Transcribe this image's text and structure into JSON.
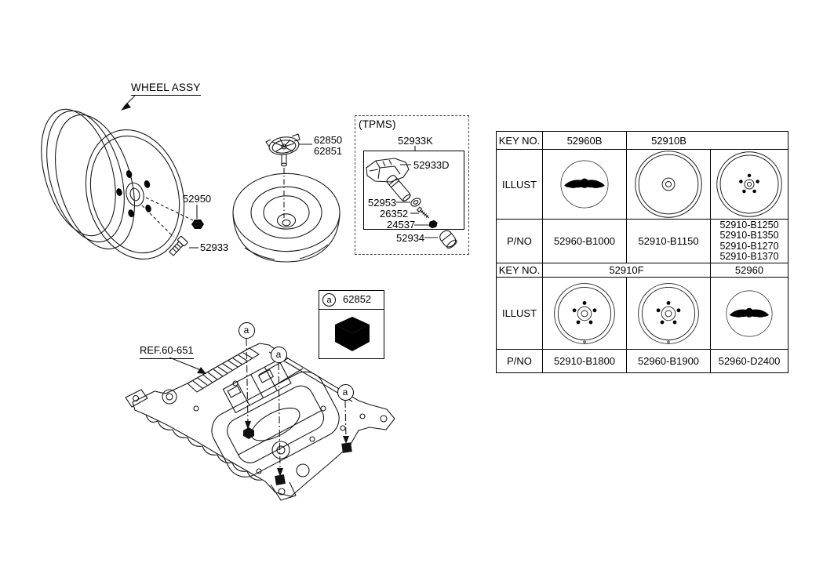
{
  "colors": {
    "background": "#ffffff",
    "line": "#1a1a1a",
    "divider_gray": "#999999"
  },
  "diagram": {
    "wheel_assy_label": "WHEEL ASSY",
    "ref_label": "REF.60-651",
    "callout_letter": "a",
    "parts": {
      "lug_nut": "52950",
      "wheel_bolt": "52933",
      "clamp_upper": "62850",
      "clamp_lower": "62851",
      "pad": "62852"
    },
    "tpms": {
      "title": "(TPMS)",
      "kit": "52933K",
      "sensor": "52933D",
      "grommet": "52953",
      "screw": "26352",
      "nut": "24537",
      "cap": "52934"
    }
  },
  "table": {
    "row_headers": {
      "key_no": "KEY NO.",
      "illust": "ILLUST",
      "p_no": "P/NO"
    },
    "section1": {
      "key1": "52960B",
      "key2": "52910B",
      "pno1": "52960-B1000",
      "pno2": "52910-B1150",
      "pno3_lines": [
        "52910-B1250",
        "52910-B1350",
        "52910-B1270",
        "52910-B1370"
      ]
    },
    "section2": {
      "key12": "52910F",
      "key3": "52960",
      "pno1": "52910-B1800",
      "pno2": "52960-B1900",
      "pno3": "52960-D2400"
    },
    "icons": {
      "illust_cap_a": "genesis-wings-wheel-cap",
      "illust_wheel_b1150": "multi-split-spoke-alloy-wheel",
      "illust_wheel_b1250": "fine-multi-spoke-alloy-wheel",
      "illust_wheel_b1800": "nine-spoke-alloy-wheel",
      "illust_wheel_b1900": "seven-spoke-alloy-wheel",
      "illust_cap_d2400": "genesis-wings-wheel-cap"
    }
  }
}
